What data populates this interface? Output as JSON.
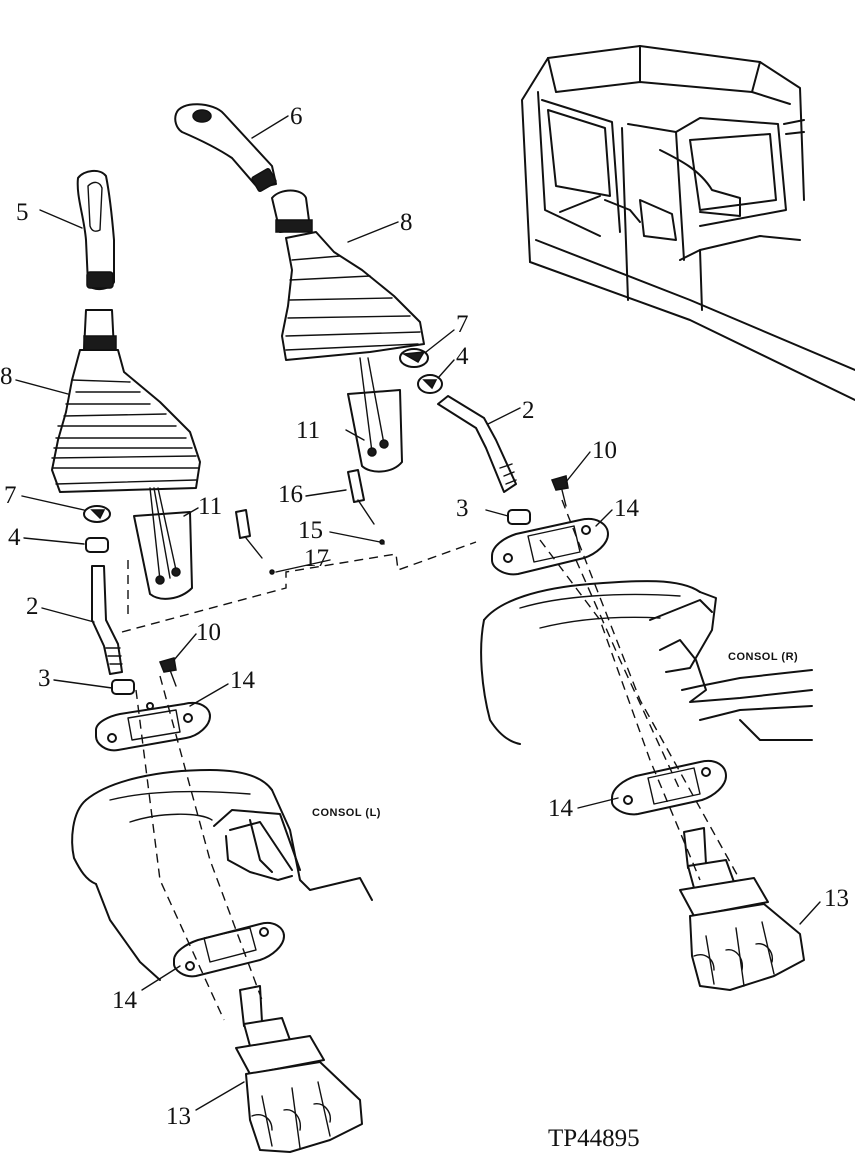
{
  "figure_id": "TP44895",
  "console_labels": {
    "left": "CONSOL (L)",
    "right": "CONSOL (R)"
  },
  "callouts": {
    "left_5": "5",
    "left_8": "8",
    "left_7": "7",
    "left_4": "4",
    "left_2": "2",
    "left_3": "3",
    "left_10": "10",
    "left_14_upper": "14",
    "left_11": "11",
    "left_14_lower": "14",
    "left_13": "13",
    "mid_16": "16",
    "mid_15": "15",
    "mid_17": "17",
    "mid_11": "11",
    "right_6": "6",
    "right_8": "8",
    "right_7": "7",
    "right_4": "4",
    "right_2": "2",
    "right_10": "10",
    "right_3": "3",
    "right_14_upper": "14",
    "right_14_lower": "14",
    "right_13": "13"
  }
}
